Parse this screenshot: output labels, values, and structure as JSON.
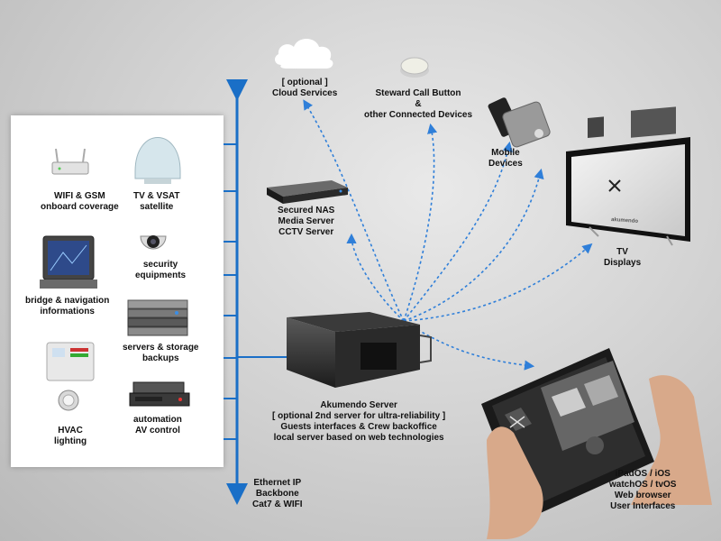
{
  "panel_items": [
    {
      "id": "wifi",
      "lines": [
        "WIFI & GSM",
        "onboard coverage"
      ]
    },
    {
      "id": "tv-vsat",
      "lines": [
        "TV & VSAT",
        "satellite"
      ]
    },
    {
      "id": "security",
      "lines": [
        "security",
        "equipments"
      ]
    },
    {
      "id": "bridge",
      "lines": [
        "bridge & navigation",
        "informations"
      ]
    },
    {
      "id": "servers",
      "lines": [
        "servers & storage",
        "backups"
      ]
    },
    {
      "id": "hvac",
      "lines": [
        "HVAC",
        "lighting"
      ]
    },
    {
      "id": "automation",
      "lines": [
        "automation",
        "AV control"
      ]
    }
  ],
  "backbone": {
    "lines": [
      "Ethernet IP",
      "Backbone",
      "Cat7 & WIFI"
    ]
  },
  "cloud": {
    "lines": [
      "[ optional ]",
      "Cloud Services"
    ]
  },
  "steward": {
    "lines": [
      "Steward Call Button",
      "&",
      "other Connected Devices"
    ]
  },
  "mobile": {
    "lines": [
      "Mobile",
      "Devices"
    ]
  },
  "nas": {
    "lines": [
      "Secured NAS",
      "Media Server",
      "CCTV Server"
    ]
  },
  "tv": {
    "lines": [
      "TV",
      "Displays"
    ],
    "brand": "akumendo"
  },
  "server": {
    "lines": [
      "Akumendo Server",
      "[ optional 2nd server for ultra-reliability ]",
      "Guests interfaces & Crew backoffice",
      "local server based on web technologies"
    ]
  },
  "ui": {
    "lines": [
      "iPadOS / iOS",
      "watchOS / tvOS",
      "Web browser",
      "User Interfaces"
    ]
  },
  "colors": {
    "backbone": "#1a6fc7",
    "dotted": "#2f7fd9"
  }
}
